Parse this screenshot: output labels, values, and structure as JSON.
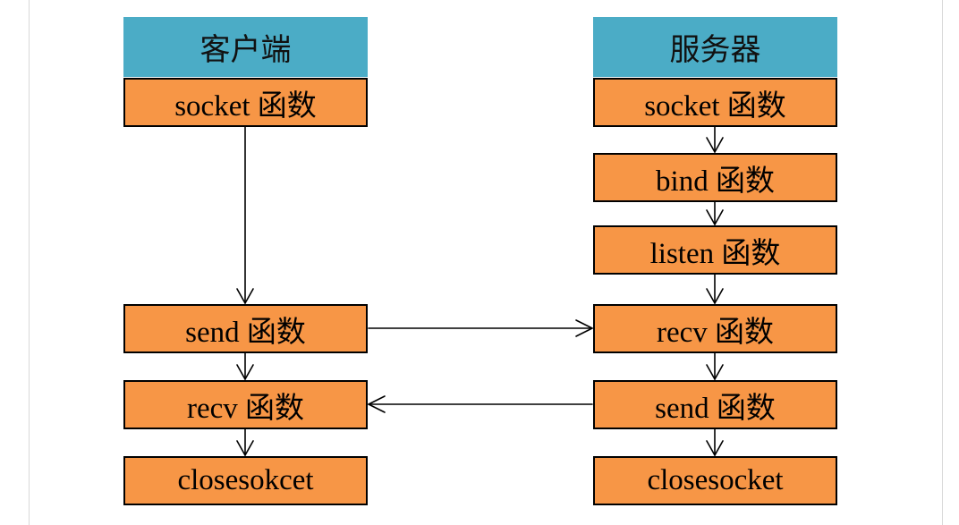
{
  "client": {
    "header": "客户端",
    "boxes": {
      "socket": "socket 函数",
      "send": "send 函数",
      "recv": "recv 函数",
      "close": "closesokcet"
    }
  },
  "server": {
    "header": "服务器",
    "boxes": {
      "socket": "socket 函数",
      "bind": "bind 函数",
      "listen": "listen 函数",
      "recv": "recv 函数",
      "send": "send 函数",
      "close": "closesocket"
    }
  },
  "colors": {
    "header": "#4bacc6",
    "box": "#f79646",
    "border": "#000000"
  }
}
